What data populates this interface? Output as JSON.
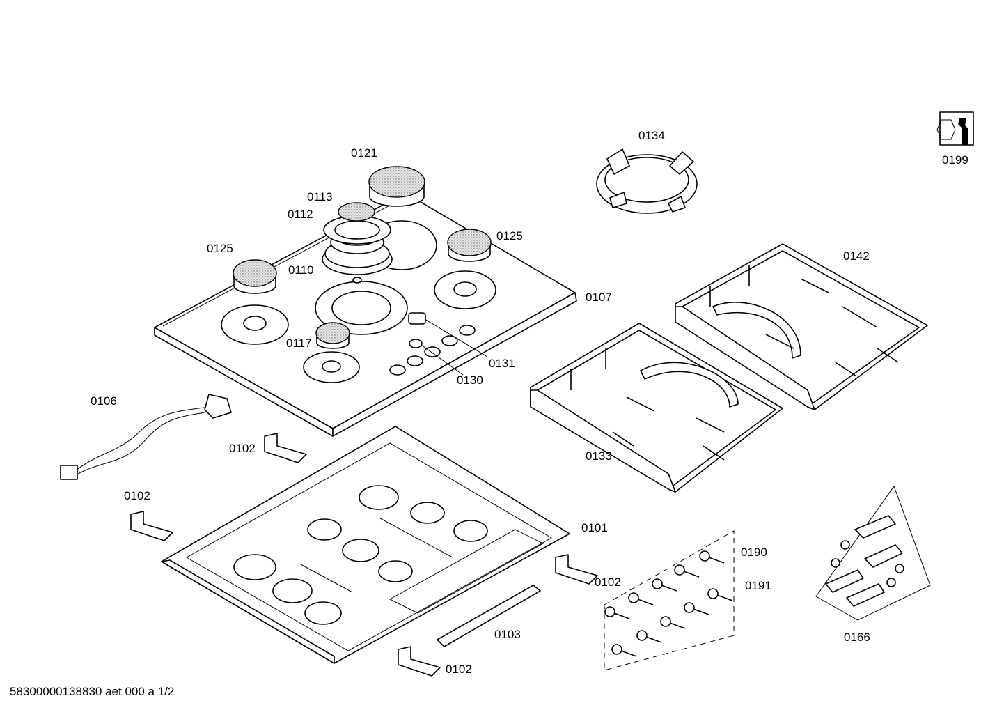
{
  "labels": {
    "l0121": "0121",
    "l0113": "0113",
    "l0112": "0112",
    "l0125a": "0125",
    "l0125b": "0125",
    "l0110": "0110",
    "l0107": "0107",
    "l0117": "0117",
    "l0131": "0131",
    "l0130": "0130",
    "l0134": "0134",
    "l0199": "0199",
    "l0142": "0142",
    "l0133": "0133",
    "l0106": "0106",
    "l0102a": "0102",
    "l0102b": "0102",
    "l0102c": "0102",
    "l0102d": "0102",
    "l0101": "0101",
    "l0103": "0103",
    "l0190": "0190",
    "l0191": "0191",
    "l0166": "0166"
  },
  "footer": {
    "document_id": "58300000138830 aet 000 a 1/2"
  },
  "icons": {
    "service": "wrench-nut-icon"
  }
}
